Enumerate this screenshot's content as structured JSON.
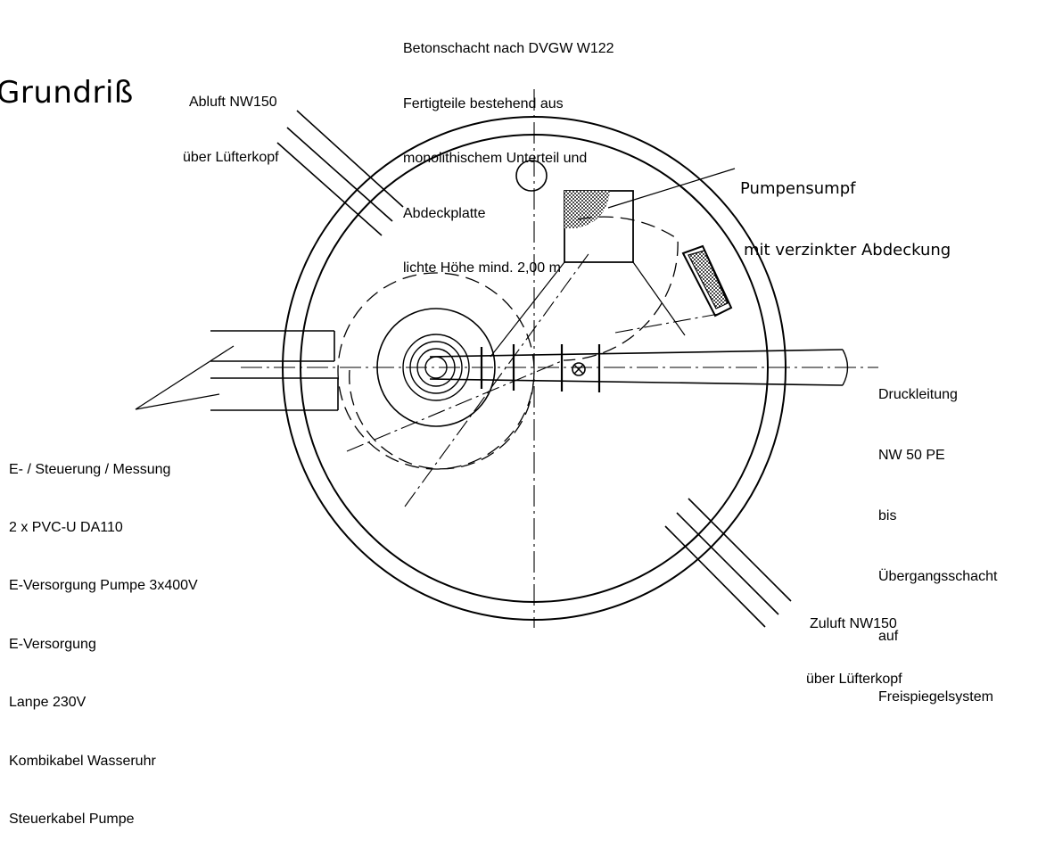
{
  "diagram": {
    "title": "Grundriß",
    "labels": {
      "abluft": [
        "Abluft NW150",
        "über Lüfterkopf"
      ],
      "betonschacht": [
        "Betonschacht nach DVGW W122",
        "Fertigteile bestehend aus",
        "monolithischem Unterteil und",
        "Abdeckplatte",
        "lichte Höhe mind. 2,00 m"
      ],
      "pumpensumpf": [
        "Pumpensumpf",
        "mit verzinkter Abdeckung"
      ],
      "druckleitung": [
        "Druckleitung",
        "NW 50 PE",
        "bis",
        "Übergangsschacht",
        "auf",
        "Freispiegelsystem"
      ],
      "steuerung": [
        "E- / Steuerung / Messung",
        "2 x PVC-U DA110",
        "E-Versorgung Pumpe 3x400V",
        "E-Versorgung",
        "Lanpe 230V",
        "Kombikabel Wasseruhr",
        "Steuerkabel Pumpe"
      ],
      "zuluft": [
        "Zuluft NW150",
        "über Lüfterkopf"
      ]
    }
  }
}
